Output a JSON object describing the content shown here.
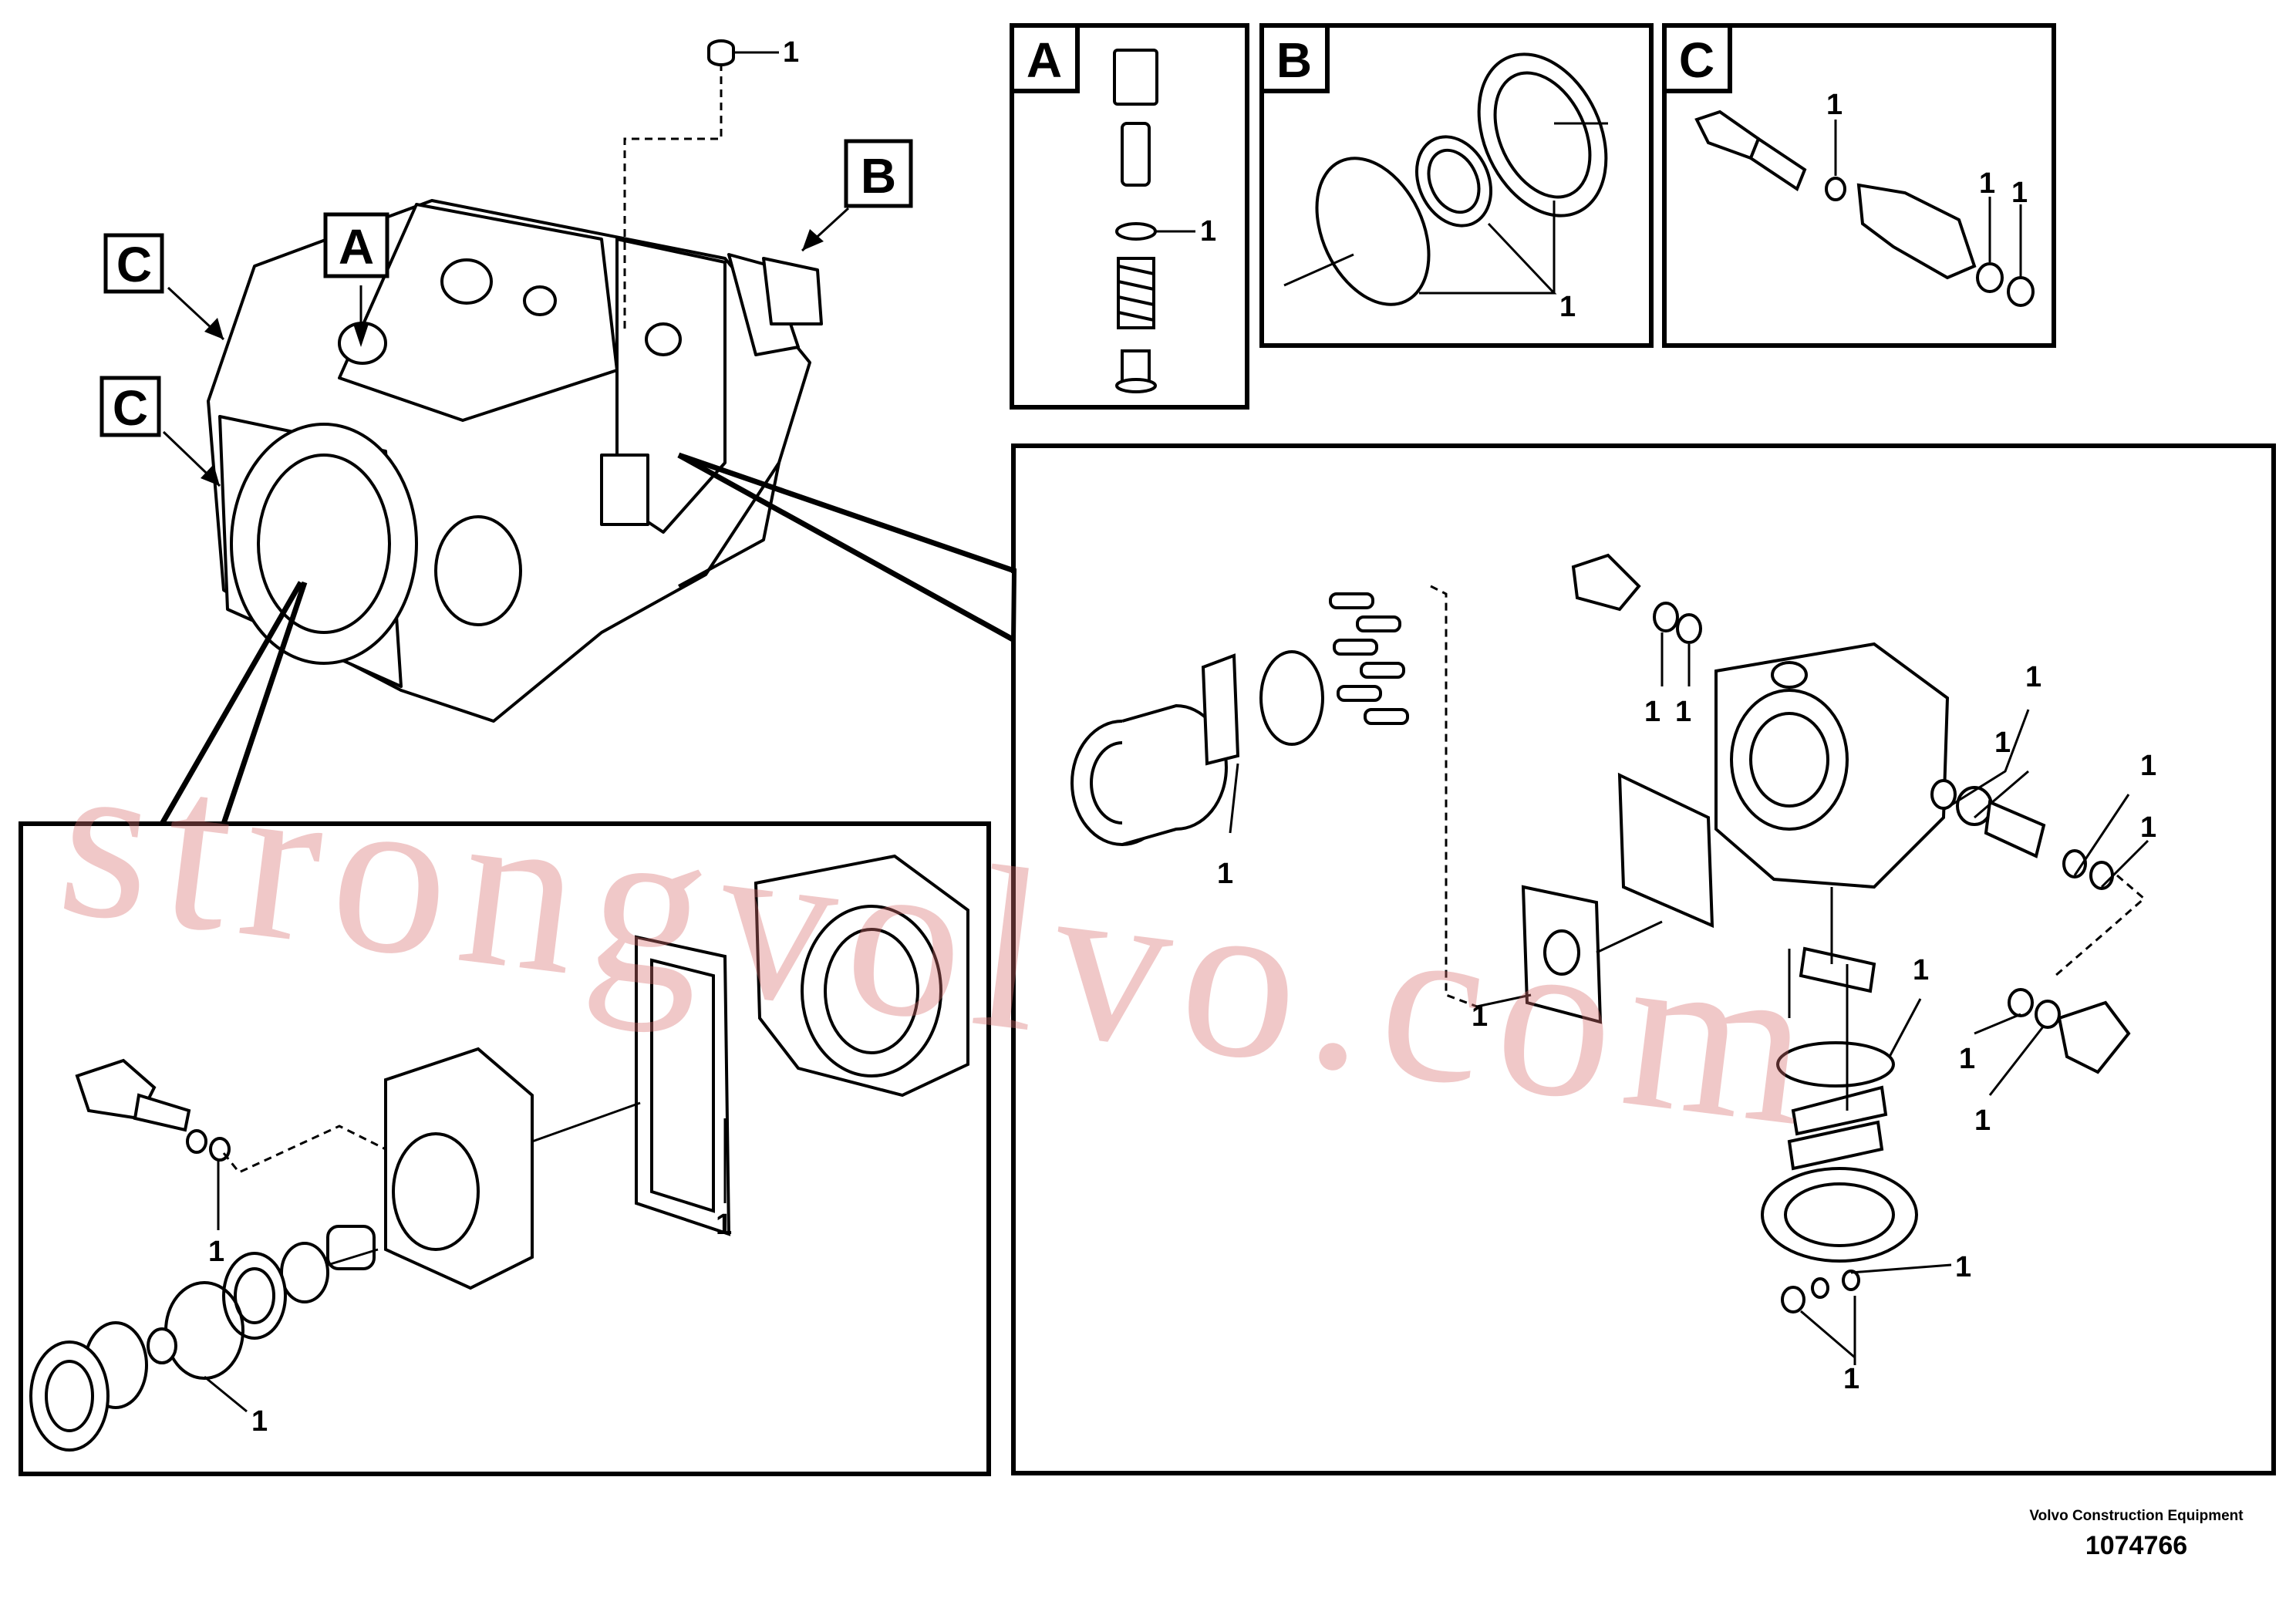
{
  "colors": {
    "ink": "#000000",
    "paper": "#ffffff",
    "watermark": "#d76e6e"
  },
  "labels": {
    "main_c_upper": "C",
    "main_a": "A",
    "main_c_lower": "C",
    "main_b": "B",
    "detail_a": "A",
    "detail_b": "B",
    "detail_c": "C"
  },
  "callouts": [
    "1",
    "1",
    "1",
    "1",
    "1",
    "1",
    "1",
    "1",
    "1",
    "1",
    "1",
    "1",
    "1",
    "1",
    "1",
    "1",
    "1",
    "1",
    "1",
    "1",
    "1",
    "1"
  ],
  "watermark": {
    "text": "strongvolvo.com"
  },
  "footer": {
    "company": "Volvo Construction Equipment",
    "document_number": "1074766"
  }
}
